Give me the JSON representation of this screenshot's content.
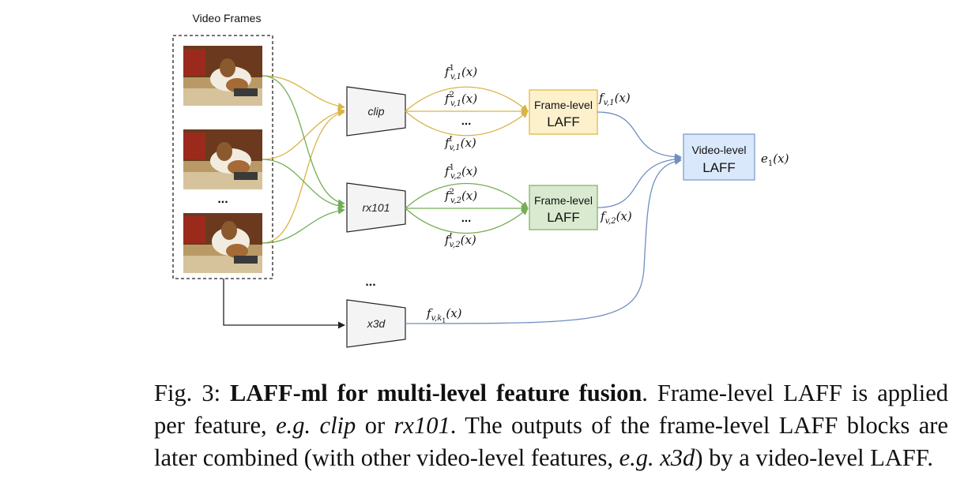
{
  "diagram": {
    "frames_label": "Video Frames",
    "frames_ellipsis": "...",
    "extractors": {
      "clip": "clip",
      "rx101": "rx101",
      "ellipsis": "...",
      "x3d": "x3d"
    },
    "frame_laff_1": {
      "line1": "Frame-level",
      "line2": "LAFF"
    },
    "frame_laff_2": {
      "line1": "Frame-level",
      "line2": "LAFF"
    },
    "video_laff": {
      "line1": "Video-level",
      "line2": "LAFF"
    },
    "branch_ellipsis": "...",
    "labels": {
      "f_v1_1": {
        "base": "f",
        "sup": "1",
        "sub": "v,1",
        "arg": "(x)"
      },
      "f_v1_2": {
        "base": "f",
        "sup": "2",
        "sub": "v,1",
        "arg": "(x)"
      },
      "f_v1_t": {
        "base": "f",
        "sup": "t",
        "sub": "v,1",
        "arg": "(x)"
      },
      "f_v1_out": {
        "base": "f",
        "sub": "v,1",
        "arg": "(x)"
      },
      "f_v2_1": {
        "base": "f",
        "sup": "1",
        "sub": "v,2",
        "arg": "(x)"
      },
      "f_v2_2": {
        "base": "f",
        "sup": "2",
        "sub": "v,2",
        "arg": "(x)"
      },
      "f_v2_t": {
        "base": "f",
        "sup": "t",
        "sub": "v,2",
        "arg": "(x)"
      },
      "f_v2_out": {
        "base": "f",
        "sub": "v,2",
        "arg": "(x)"
      },
      "f_vk1": {
        "base": "f",
        "sub": "v,k",
        "sub2": "1",
        "arg": "(x)"
      },
      "e1": {
        "base": "e",
        "sub": "1",
        "arg": "(x)"
      }
    },
    "colors": {
      "clip_path": "#d9b446",
      "rx_path": "#74ad55",
      "video_path": "#6f8fbf",
      "frame_laff_1_fill": "#fdf1cc",
      "frame_laff_1_stroke": "#e0b94c",
      "frame_laff_2_fill": "#d9ead0",
      "frame_laff_2_stroke": "#86b26a",
      "video_laff_fill": "#dae8fb",
      "video_laff_stroke": "#7d9fcc",
      "extractor_fill": "#f4f4f4"
    }
  },
  "caption": {
    "fig": "Fig. 3: ",
    "title": "LAFF-ml for multi-level feature fusion",
    "t1": ". Frame-level LAFF is applied per feature, ",
    "eg1": "e.g.",
    "clip": "clip",
    "t2": " or ",
    "rx101": "rx101",
    "t3": ". The outputs of the frame-level LAFF blocks are later combined (with other video-level features, ",
    "eg2": "e.g.",
    "x3d": "x3d",
    "t4": ") by a video-level LAFF."
  }
}
